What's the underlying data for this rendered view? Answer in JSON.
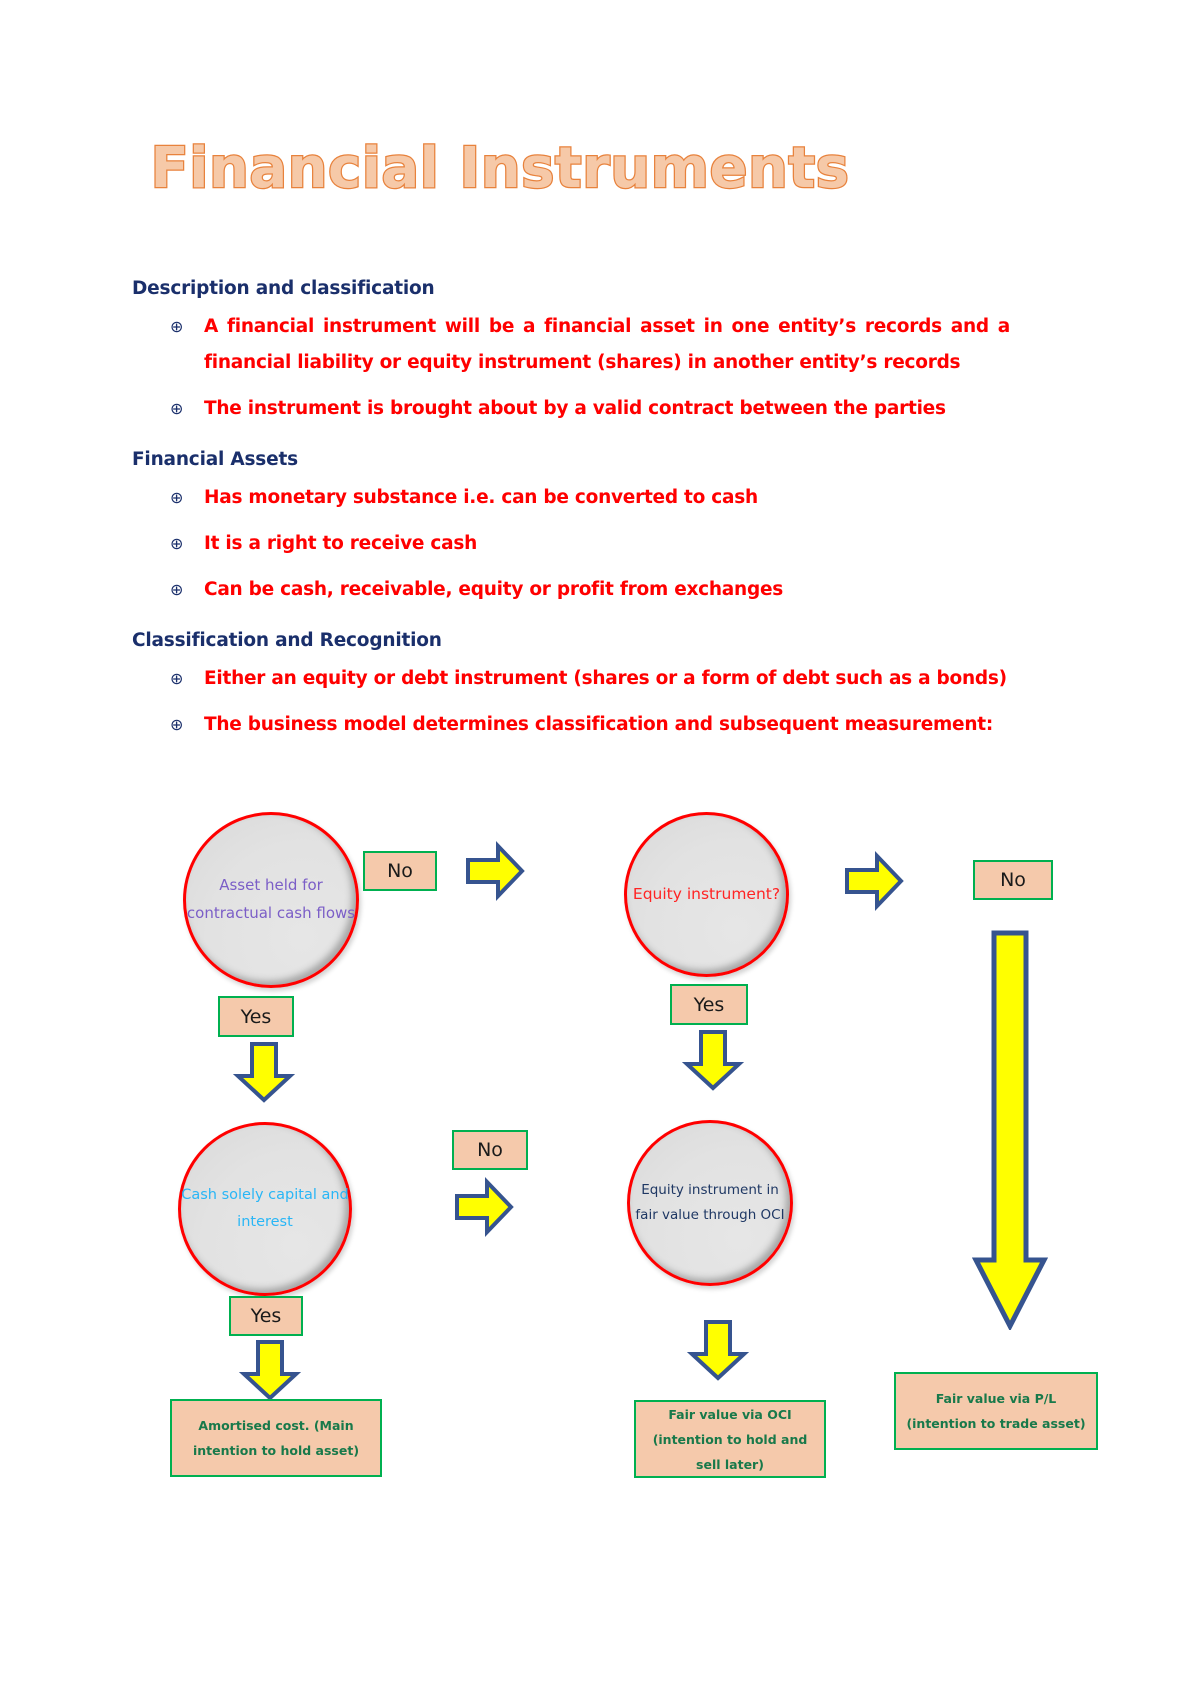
{
  "title": "Financial Instruments",
  "sections": [
    {
      "heading": "Description and classification",
      "bullets": [
        "A financial instrument will be a financial asset in one entity’s records and a financial liability or equity instrument (shares) in another entity’s records",
        "The instrument is brought about by a valid contract between the parties"
      ]
    },
    {
      "heading": "Financial Assets",
      "bullets": [
        "Has monetary substance i.e. can be converted to cash",
        "It is a right to receive cash",
        "Can be cash, receivable, equity or profit from exchanges"
      ]
    },
    {
      "heading": "Classification and Recognition",
      "bullets": [
        "Either an equity or debt instrument (shares or a form of debt such as a bonds)",
        "The business model determines classification and subsequent measurement:"
      ]
    }
  ],
  "bullet_glyph": "⊕",
  "flowchart": {
    "nodes": {
      "asset_held": "Asset held for contractual cash flows",
      "equity_instrument": "Equity instrument?",
      "cash_solely": "Cash solely capital and interest",
      "equity_fvoci": "Equity instrument in fair value through OCI"
    },
    "decisions": {
      "no_1": "No",
      "no_2": "No",
      "no_3": "No",
      "yes_1": "Yes",
      "yes_2": "Yes",
      "yes_3": "Yes"
    },
    "results": {
      "amortised_cost": "Amortised cost. (Main intention to hold asset)",
      "fv_oci": "Fair value via OCI (intention to hold and sell later)",
      "fv_pl": "Fair value via P/L (intention to trade asset)"
    }
  },
  "colors": {
    "title_fill": "#f6c9a8",
    "title_stroke": "#e8823c",
    "heading": "#1a2f6b",
    "bullet_text": "#ff0000",
    "circle_border": "#ff0000",
    "box_fill": "#f5c9ab",
    "box_border": "#00b050",
    "arrow_fill": "#ffff00",
    "arrow_stroke": "#36548f",
    "result_text": "#18794a",
    "node_text_purple": "#7b5ec7",
    "node_text_red": "#ff2424",
    "node_text_cyan": "#29b6f6",
    "node_text_navy": "#1f3864"
  }
}
